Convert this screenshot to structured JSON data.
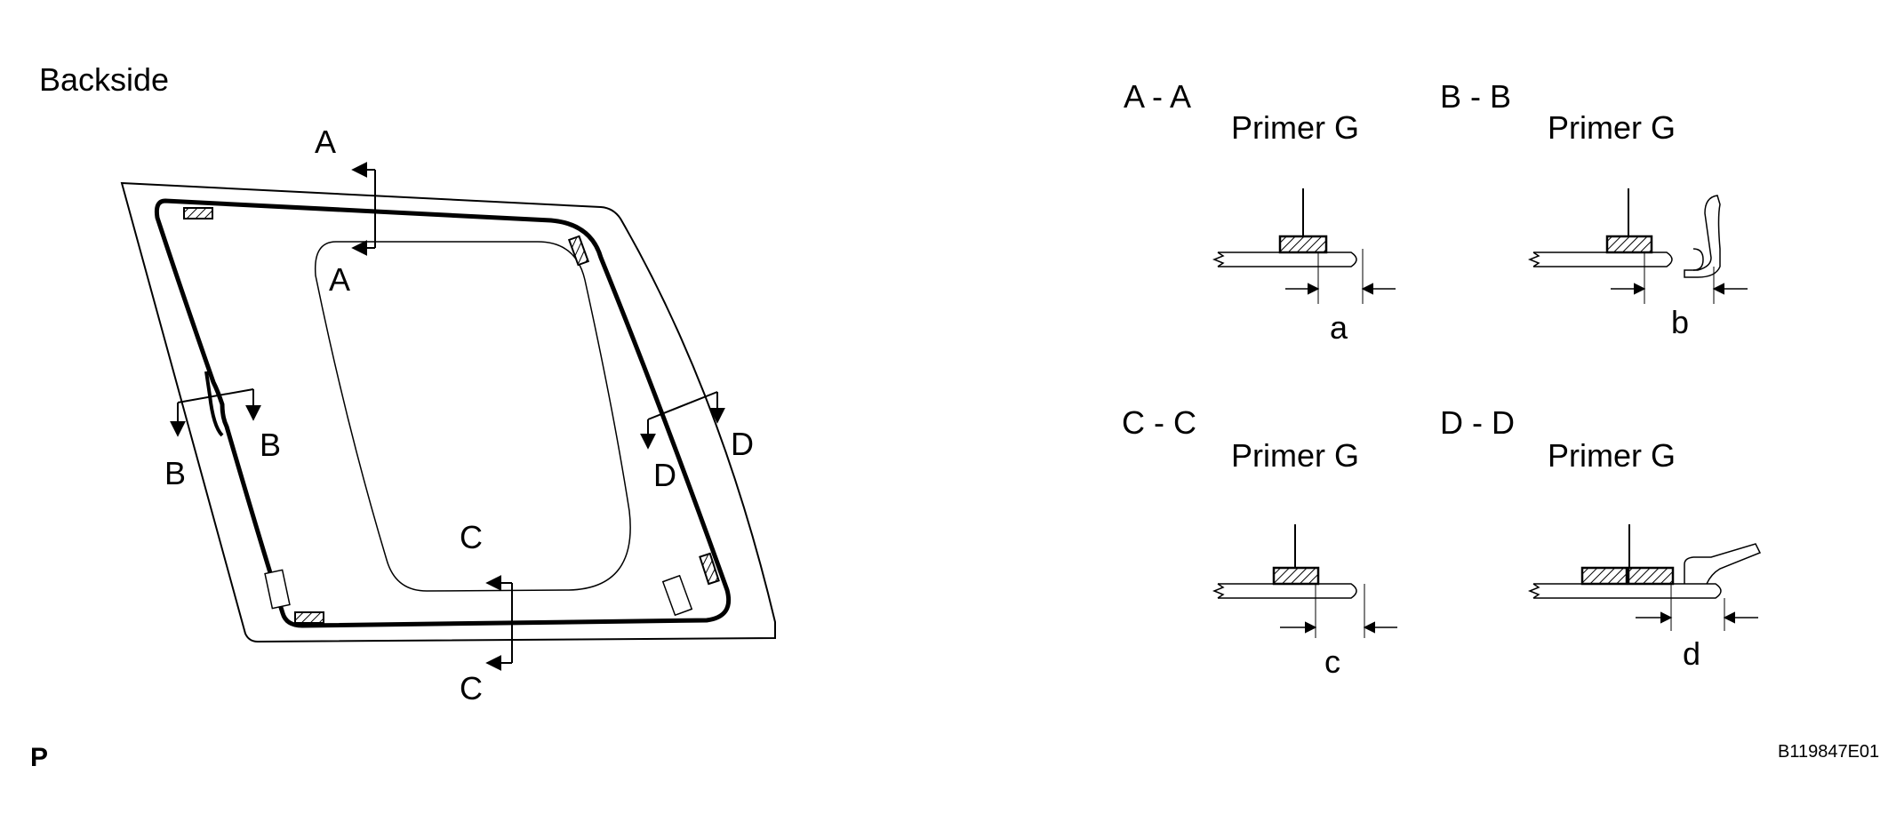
{
  "main_view": {
    "title": "Backside",
    "section_labels": {
      "a_top": "A",
      "a_bottom": "A",
      "b_left": "B",
      "b_right": "B",
      "c_top": "C",
      "c_bottom": "C",
      "d_left": "D",
      "d_right": "D"
    }
  },
  "sections": [
    {
      "title": "A - A",
      "primer": "Primer G",
      "dim": "a"
    },
    {
      "title": "B - B",
      "primer": "Primer G",
      "dim": "b"
    },
    {
      "title": "C - C",
      "primer": "Primer G",
      "dim": "c"
    },
    {
      "title": "D - D",
      "primer": "Primer G",
      "dim": "d"
    }
  ],
  "footer": {
    "side_letter": "P",
    "figure_code": "B119847E01"
  }
}
